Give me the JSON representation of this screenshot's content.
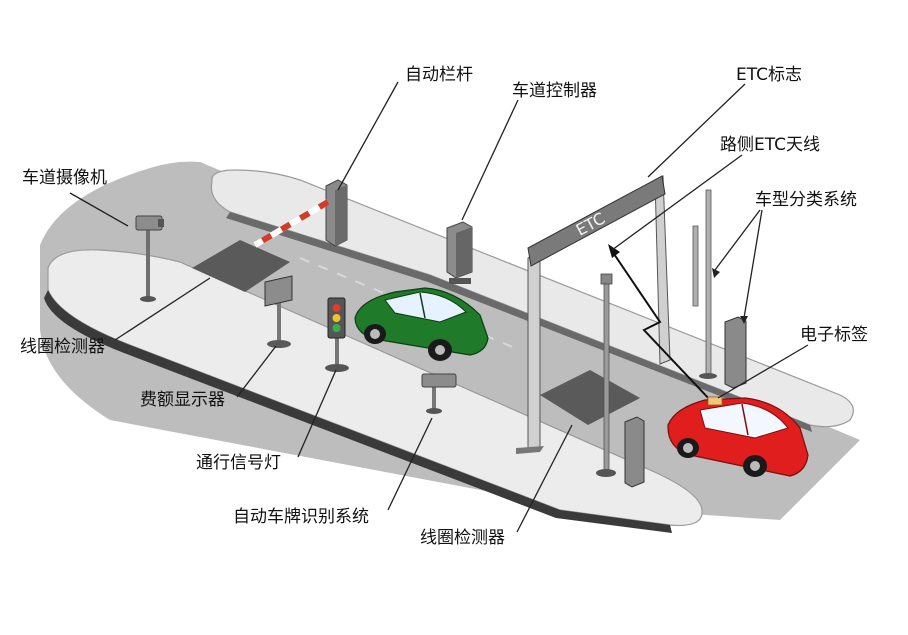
{
  "labels": {
    "auto_barrier": "自动栏杆",
    "lane_controller": "车道控制器",
    "etc_sign": "ETC标志",
    "roadside_antenna": "路侧ETC天线",
    "lane_camera": "车道摄像机",
    "vehicle_classifier": "车型分类系统",
    "loop_detector_left": "线圈检测器",
    "electronic_tag": "电子标签",
    "fee_display": "费额显示器",
    "traffic_light": "通行信号灯",
    "plate_recognition": "自动车牌识别系统",
    "loop_detector_bottom": "线圈检测器"
  },
  "gantry_text": "ETC",
  "colors": {
    "green_car": "#1f7a2a",
    "red_car": "#e01e1e",
    "road": "#b9b9b9",
    "island": "#ececec",
    "device": "#8a8a8a"
  }
}
